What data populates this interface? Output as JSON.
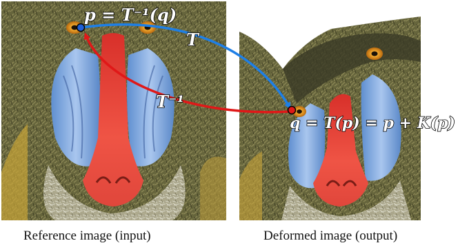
{
  "panels": {
    "reference": {
      "caption": "Reference image (input)"
    },
    "deformed": {
      "caption": "Deformed image (output)"
    }
  },
  "labels": {
    "p_equation": "p = T⁻¹(q)",
    "q_equation": "q = T(p) = p + K(p)",
    "forward_map": "T",
    "inverse_map": "T⁻¹"
  },
  "colors": {
    "forward_arrow": "#1e7fe6",
    "inverse_arrow": "#e01818",
    "point_p_fill": "#1f5fd6",
    "point_q_fill": "#e01818",
    "fur": "#6b6a3e",
    "cheek_blue": "#7da6df",
    "nose_red": "#e8453a",
    "eye_amber": "#e5961f"
  },
  "icons": [
    "baboon-face-image",
    "deformed-baboon-face-image"
  ]
}
